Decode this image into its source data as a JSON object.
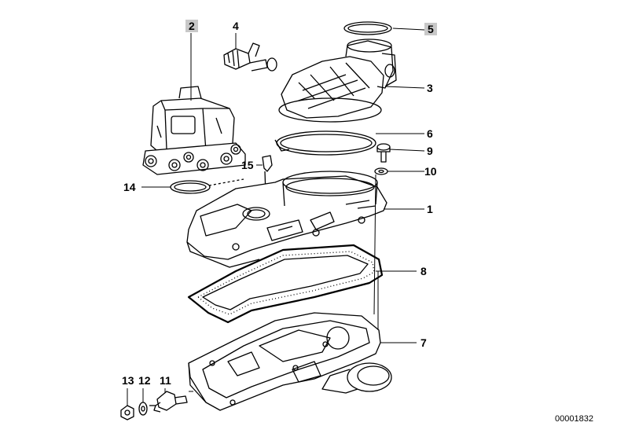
{
  "diagram": {
    "reference_number": "00001832",
    "callouts": [
      {
        "id": "1",
        "label": "1",
        "highlighted": false
      },
      {
        "id": "2",
        "label": "2",
        "highlighted": true
      },
      {
        "id": "3",
        "label": "3",
        "highlighted": false
      },
      {
        "id": "4",
        "label": "4",
        "highlighted": false
      },
      {
        "id": "5",
        "label": "5",
        "highlighted": true
      },
      {
        "id": "6",
        "label": "6",
        "highlighted": false
      },
      {
        "id": "7",
        "label": "7",
        "highlighted": false
      },
      {
        "id": "8",
        "label": "8",
        "highlighted": false
      },
      {
        "id": "9",
        "label": "9",
        "highlighted": false
      },
      {
        "id": "10",
        "label": "10",
        "highlighted": false
      },
      {
        "id": "11",
        "label": "11",
        "highlighted": false
      },
      {
        "id": "12",
        "label": "12",
        "highlighted": false
      },
      {
        "id": "13",
        "label": "13",
        "highlighted": false
      },
      {
        "id": "14",
        "label": "14",
        "highlighted": false
      },
      {
        "id": "15",
        "label": "15",
        "highlighted": false
      }
    ],
    "colors": {
      "line": "#000000",
      "highlight": "#c8c8c8",
      "background": "#ffffff"
    }
  }
}
